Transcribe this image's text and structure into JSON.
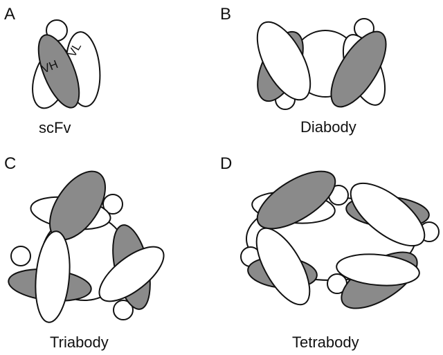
{
  "panels": [
    {
      "letter": "A",
      "caption": "scFv"
    },
    {
      "letter": "B",
      "caption": "Diabody"
    },
    {
      "letter": "C",
      "caption": "Triabody"
    },
    {
      "letter": "D",
      "caption": "Tetrabody"
    }
  ],
  "domain_labels": {
    "vh": "VH",
    "vl": "VL"
  },
  "colors": {
    "heavy_domain": "#8a8a8a",
    "light_domain": "#ffffff",
    "outline": "#111111"
  }
}
